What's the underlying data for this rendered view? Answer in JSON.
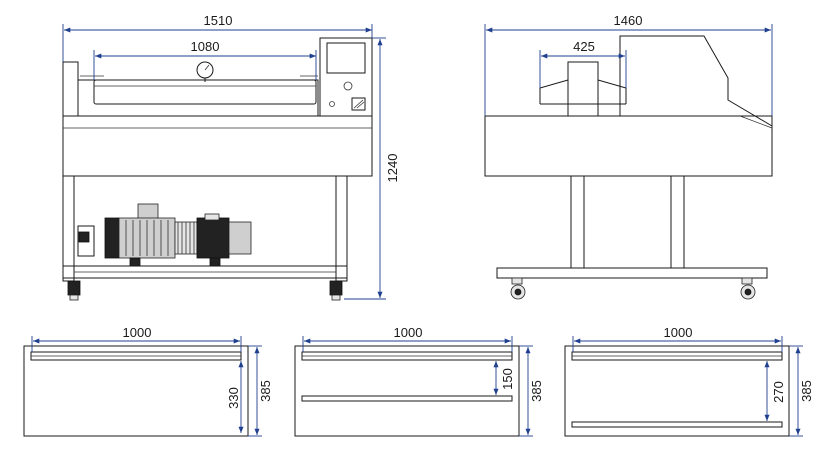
{
  "dimensions": {
    "front_width": "1510",
    "chamber_width": "1080",
    "total_height": "1240",
    "side_depth": "1460",
    "side_lid": "425",
    "plate1_width": "1000",
    "plate1_inner": "330",
    "plate1_outer": "385",
    "plate2_width": "1000",
    "plate2_inner": "150",
    "plate2_outer": "385",
    "plate3_width": "1000",
    "plate3_inner": "270",
    "plate3_outer": "385"
  },
  "colors": {
    "dimension_line": "#1f3f8f",
    "outline": "#1a1a1a"
  }
}
